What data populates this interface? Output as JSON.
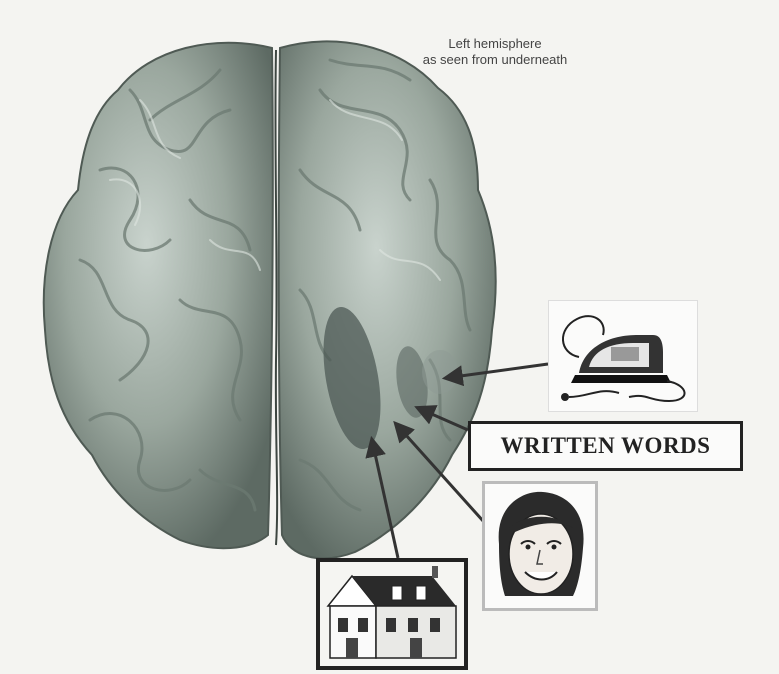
{
  "caption": {
    "line1": "Left hemisphere",
    "line2": "as seen from underneath"
  },
  "labels": {
    "written_words": "WRITTEN WORDS"
  },
  "icons": {
    "iron": "iron-illustration",
    "face": "face-illustration",
    "house": "house-illustration"
  },
  "colors": {
    "brain": "#9aa79e",
    "region_highlight": "#4e5a55",
    "arrow": "#333333"
  }
}
